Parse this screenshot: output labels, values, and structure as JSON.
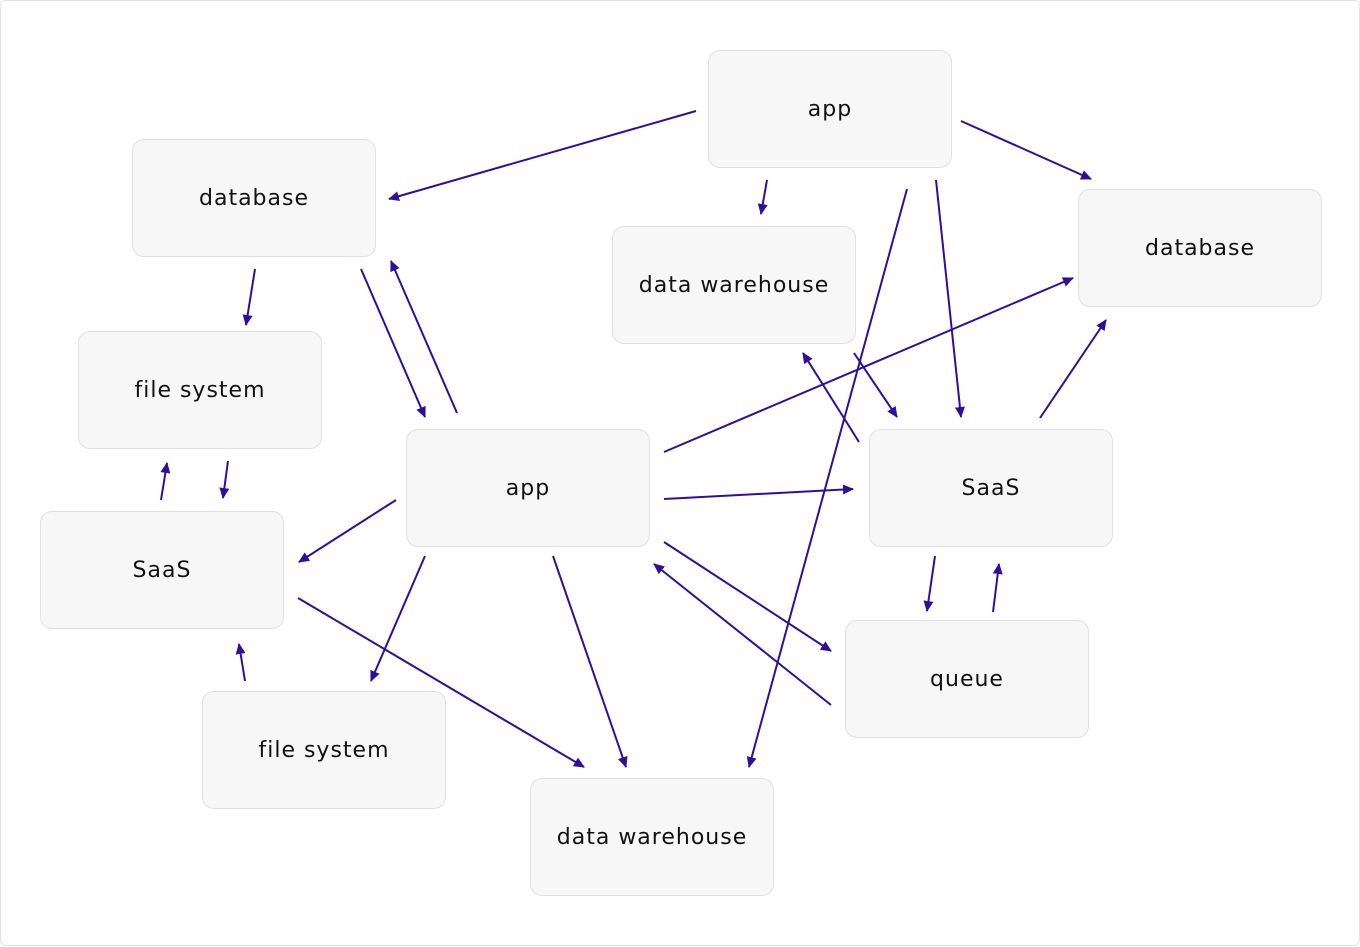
{
  "accent_color": "#2f0e9e",
  "nodes": [
    {
      "id": "app-top",
      "label": "app"
    },
    {
      "id": "database-left",
      "label": "database"
    },
    {
      "id": "data-warehouse-top",
      "label": "data warehouse"
    },
    {
      "id": "database-right",
      "label": "database"
    },
    {
      "id": "file-system-left",
      "label": "file system"
    },
    {
      "id": "app-center",
      "label": "app"
    },
    {
      "id": "saas-right",
      "label": "SaaS"
    },
    {
      "id": "saas-left",
      "label": "SaaS"
    },
    {
      "id": "queue",
      "label": "queue"
    },
    {
      "id": "file-system-bottom",
      "label": "file system"
    },
    {
      "id": "data-warehouse-bottom",
      "label": "data warehouse"
    }
  ],
  "edges": [
    {
      "from": "app-top",
      "to": "database-left"
    },
    {
      "from": "app-top",
      "to": "data-warehouse-top"
    },
    {
      "from": "app-top",
      "to": "database-right"
    },
    {
      "from": "app-top",
      "to": "saas-right"
    },
    {
      "from": "app-top",
      "to": "data-warehouse-bottom"
    },
    {
      "from": "database-left",
      "to": "file-system-left"
    },
    {
      "from": "database-left",
      "to": "app-center"
    },
    {
      "from": "app-center",
      "to": "database-left"
    },
    {
      "from": "app-center",
      "to": "database-right"
    },
    {
      "from": "app-center",
      "to": "saas-right"
    },
    {
      "from": "app-center",
      "to": "saas-left"
    },
    {
      "from": "app-center",
      "to": "file-system-bottom"
    },
    {
      "from": "app-center",
      "to": "data-warehouse-bottom"
    },
    {
      "from": "app-center",
      "to": "queue"
    },
    {
      "from": "queue",
      "to": "app-center"
    },
    {
      "from": "data-warehouse-top",
      "to": "saas-right"
    },
    {
      "from": "saas-right",
      "to": "data-warehouse-top"
    },
    {
      "from": "saas-right",
      "to": "database-right"
    },
    {
      "from": "saas-right",
      "to": "queue"
    },
    {
      "from": "queue",
      "to": "saas-right"
    },
    {
      "from": "saas-left",
      "to": "file-system-left"
    },
    {
      "from": "file-system-left",
      "to": "saas-left"
    },
    {
      "from": "saas-left",
      "to": "data-warehouse-bottom"
    },
    {
      "from": "file-system-bottom",
      "to": "saas-left"
    }
  ]
}
